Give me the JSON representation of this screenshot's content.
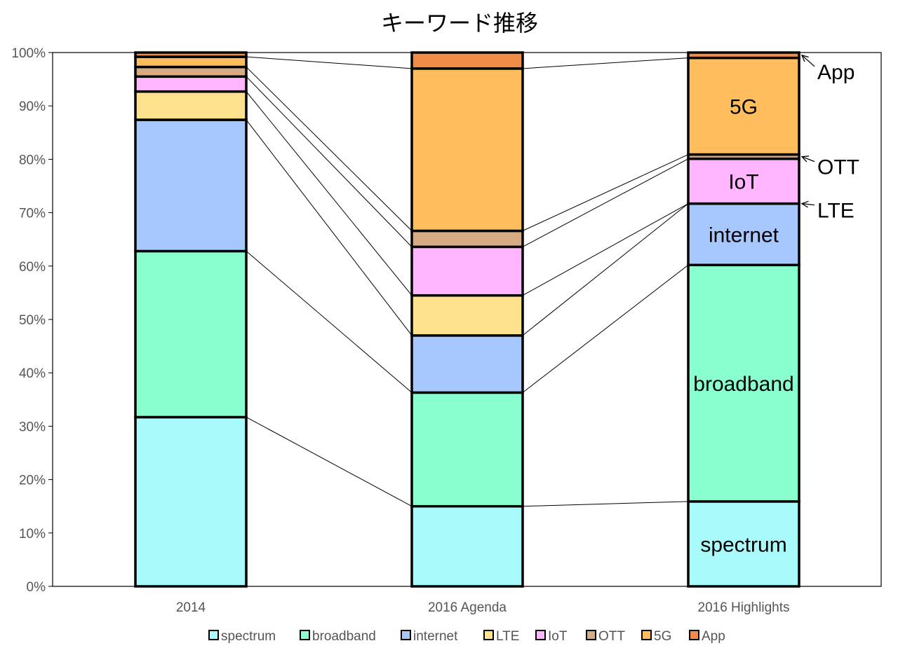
{
  "chart_data": {
    "type": "bar",
    "stacked": "percent",
    "title": "キーワード推移",
    "categories": [
      "2014",
      "2016 Agenda",
      "2016 Highlights"
    ],
    "ylim": [
      0,
      100
    ],
    "yticks": [
      "0%",
      "10%",
      "20%",
      "30%",
      "40%",
      "50%",
      "60%",
      "70%",
      "80%",
      "90%",
      "100%"
    ],
    "legend_position": "bottom",
    "grid": false,
    "connector_lines": true,
    "series": [
      {
        "name": "spectrum",
        "color": "#A9FBFB",
        "values": [
          31.7,
          15.0,
          15.9
        ]
      },
      {
        "name": "broadband",
        "color": "#89FFD0",
        "values": [
          31.1,
          21.3,
          44.3
        ]
      },
      {
        "name": "internet",
        "color": "#A6C8FF",
        "values": [
          24.6,
          10.7,
          11.5
        ]
      },
      {
        "name": "LTE",
        "color": "#FEE28E",
        "values": [
          5.3,
          7.5,
          0.0
        ]
      },
      {
        "name": "IoT",
        "color": "#FFB6FF",
        "values": [
          2.8,
          9.1,
          8.4
        ]
      },
      {
        "name": "OTT",
        "color": "#D7AC84",
        "values": [
          1.8,
          3.0,
          0.8
        ]
      },
      {
        "name": "5G",
        "color": "#FFBD5E",
        "values": [
          1.9,
          30.4,
          18.1
        ]
      },
      {
        "name": "App",
        "color": "#F08C48",
        "values": [
          0.8,
          3.0,
          1.0
        ]
      }
    ],
    "segment_labels": [
      {
        "category": "2016 Highlights",
        "series": "spectrum",
        "text": "spectrum"
      },
      {
        "category": "2016 Highlights",
        "series": "broadband",
        "text": "broadband"
      },
      {
        "category": "2016 Highlights",
        "series": "internet",
        "text": "internet"
      },
      {
        "category": "2016 Highlights",
        "series": "IoT",
        "text": "IoT"
      },
      {
        "category": "2016 Highlights",
        "series": "5G",
        "text": "5G"
      }
    ],
    "annotations": [
      {
        "series": "App",
        "text": "App"
      },
      {
        "series": "OTT",
        "text": "OTT"
      },
      {
        "series": "LTE",
        "text": "LTE"
      }
    ]
  }
}
